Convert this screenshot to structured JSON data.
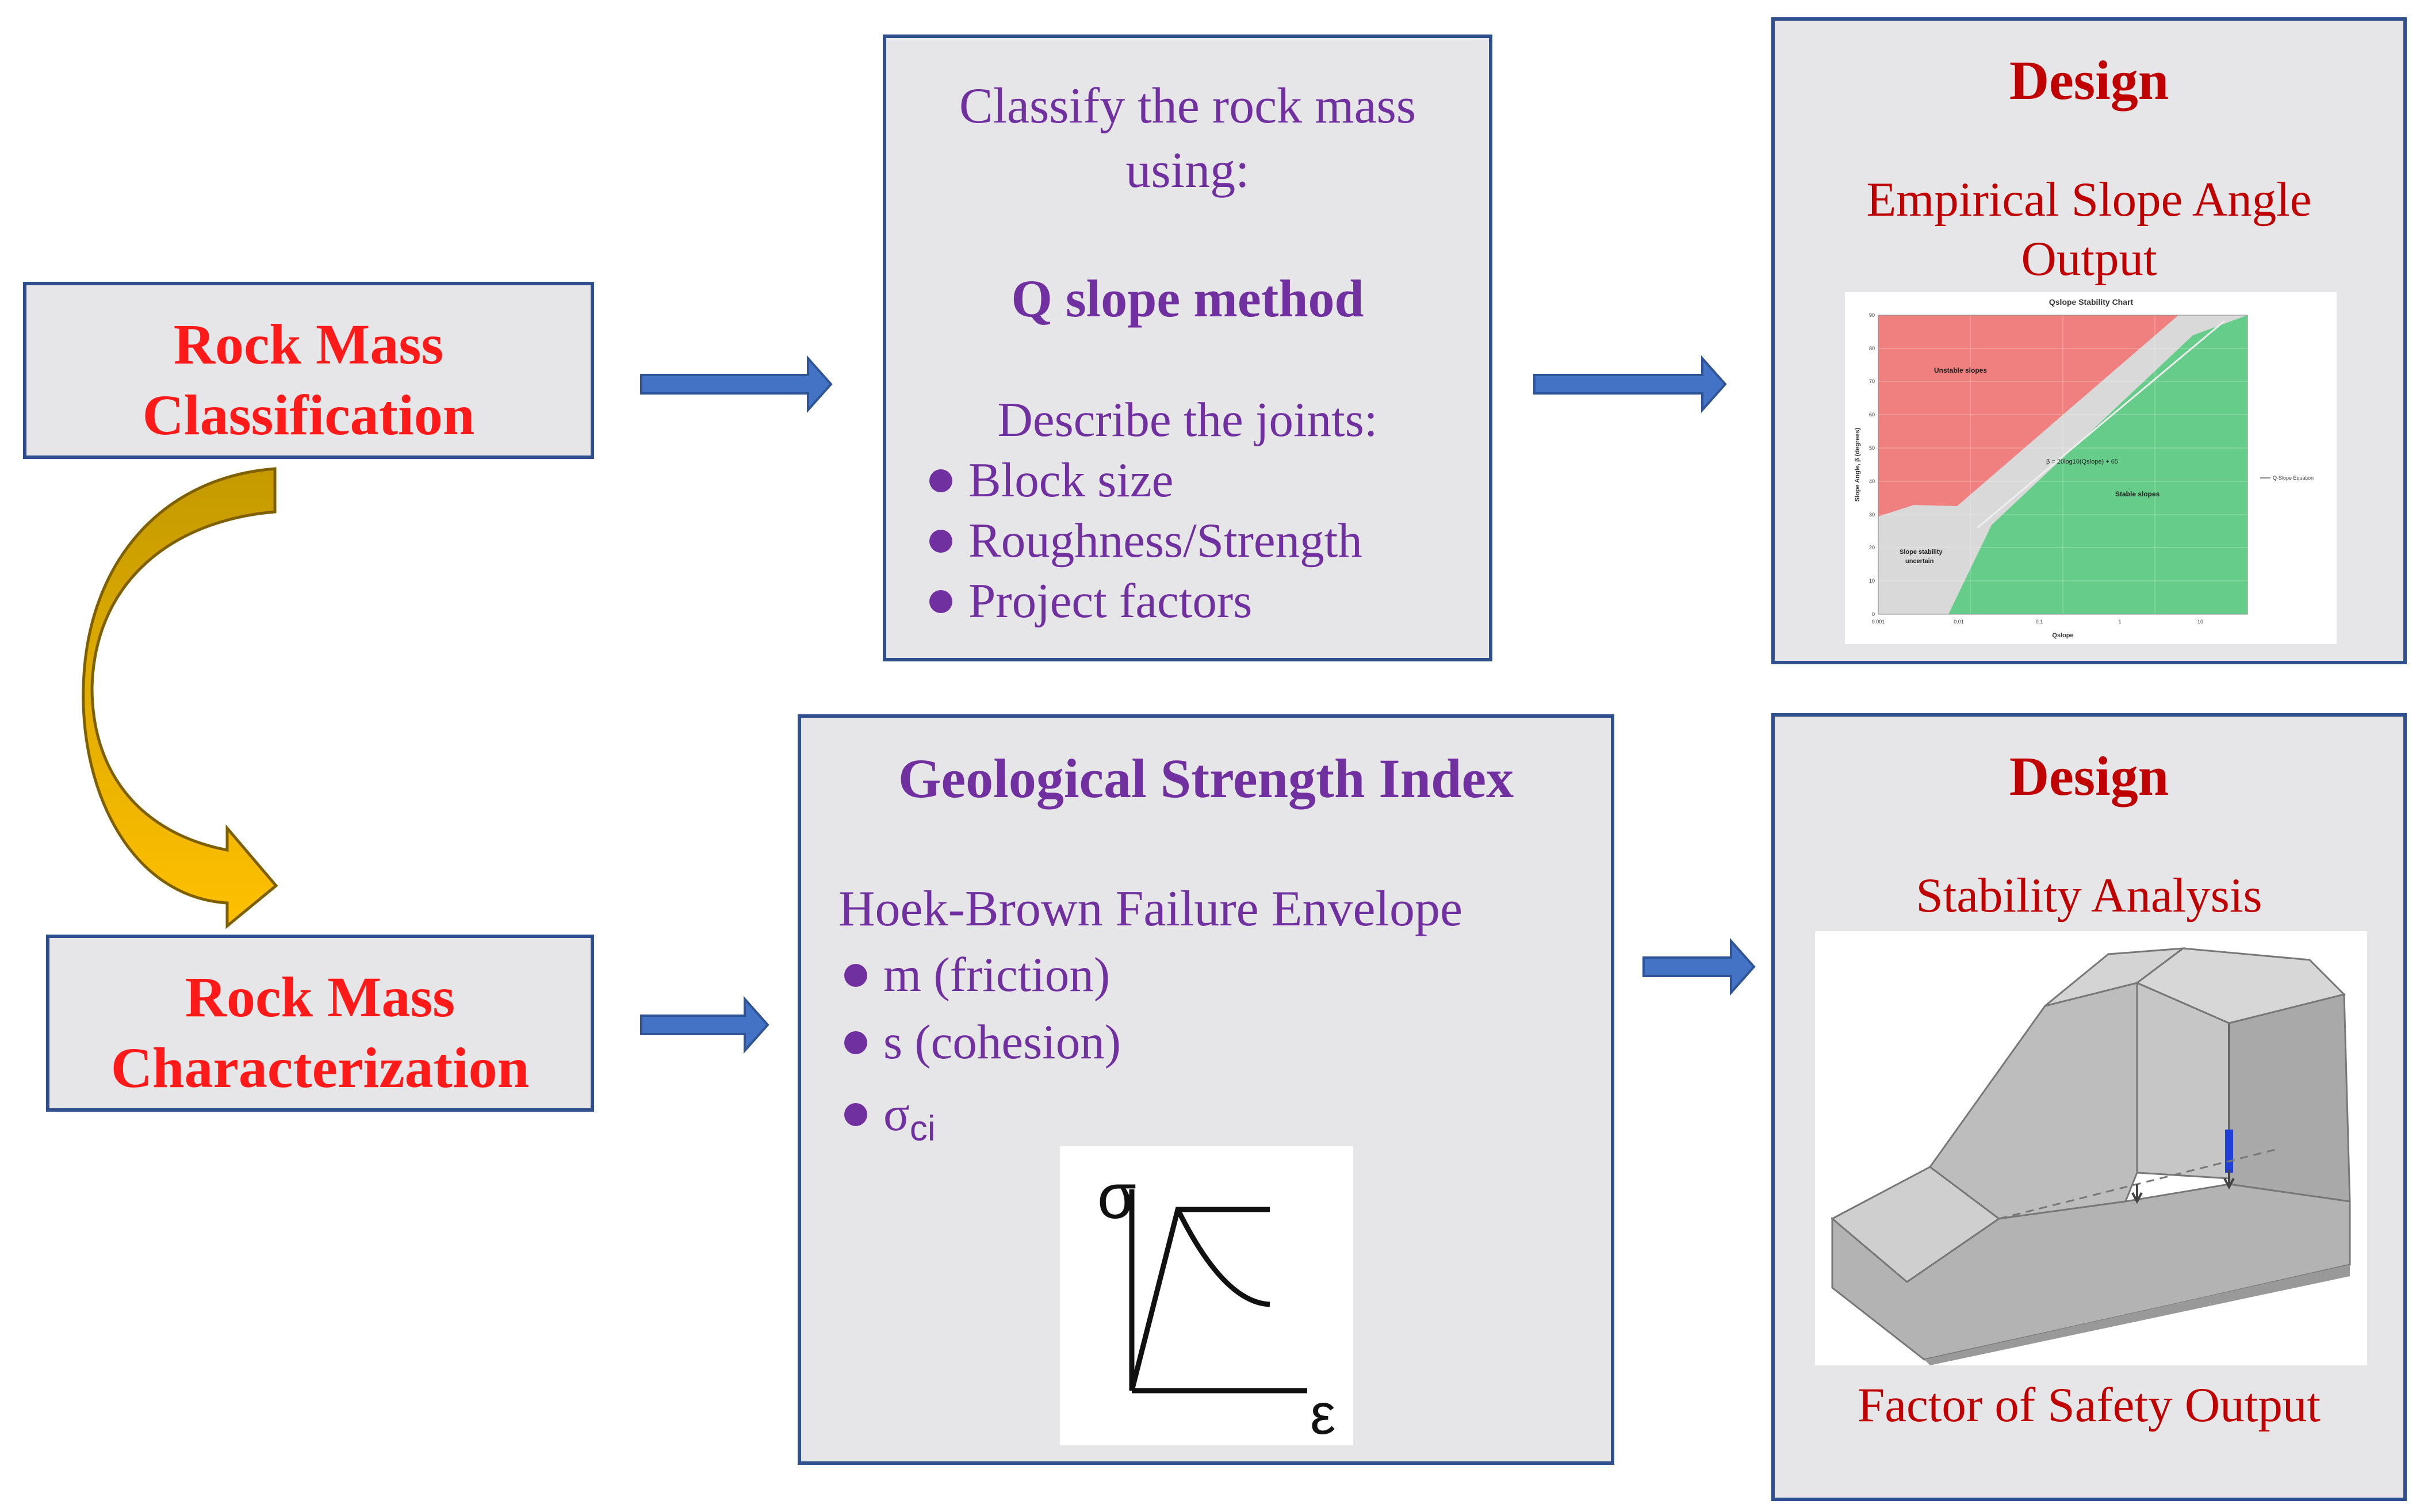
{
  "classification_box": {
    "line1": "Rock Mass",
    "line2": "Classification"
  },
  "characterization_box": {
    "line1": "Rock Mass",
    "line2": "Characterization"
  },
  "q_box": {
    "intro_line1": "Classify the rock mass",
    "intro_line2": "using:",
    "method": "Q slope method",
    "describe": "Describe the joints:",
    "bullets": [
      "Block size",
      "Roughness/Strength",
      "Project factors"
    ]
  },
  "gsi_box": {
    "title": "Geological Strength Index",
    "envelope": "Hoek-Brown Failure Envelope",
    "bullets": [
      "m (friction)",
      "s (cohesion)"
    ],
    "sigma_bullet": {
      "symbol": "σ",
      "subscript": "ci"
    },
    "stress_strain": {
      "y_symbol": "σ",
      "x_symbol": "ε"
    }
  },
  "design_top": {
    "title": "Design",
    "subtitle_line1": "Empirical Slope Angle",
    "subtitle_line2": "Output",
    "chart_title": "Qslope Stability Chart",
    "chart_ylabel": "Slope Angle, β (degrees)",
    "chart_xlabel": "Qslope",
    "chart_region_unstable": "Unstable slopes",
    "chart_region_stable": "Stable slopes",
    "chart_region_uncertain_line1": "Slope stability",
    "chart_region_uncertain_line2": "uncertain",
    "chart_equation": "β = 20log10(Qslope) + 65",
    "chart_legend": "Q-Slope Equation",
    "chart_yticks": [
      "90",
      "80",
      "70",
      "60",
      "50",
      "40",
      "30",
      "20",
      "10",
      "0"
    ],
    "chart_xticks": [
      "0.001",
      "0.01",
      "0.1",
      "1",
      "10"
    ]
  },
  "design_bottom": {
    "title": "Design",
    "subtitle": "Stability Analysis",
    "footer": "Factor of Safety Output"
  },
  "colors": {
    "box_fill": "#e6e5e8",
    "box_border": "#2f4f8f",
    "arrow_blue": "#4472c4",
    "red_text": "#ff1a1a",
    "dark_red_text": "#c00000",
    "purple_text": "#7030a0",
    "curved_arrow_top": "#c49a00",
    "curved_arrow_bottom": "#ffc000",
    "chart_unstable": "#f08080",
    "chart_stable": "#66cc8a",
    "chart_uncertain": "#d9d9d9"
  }
}
